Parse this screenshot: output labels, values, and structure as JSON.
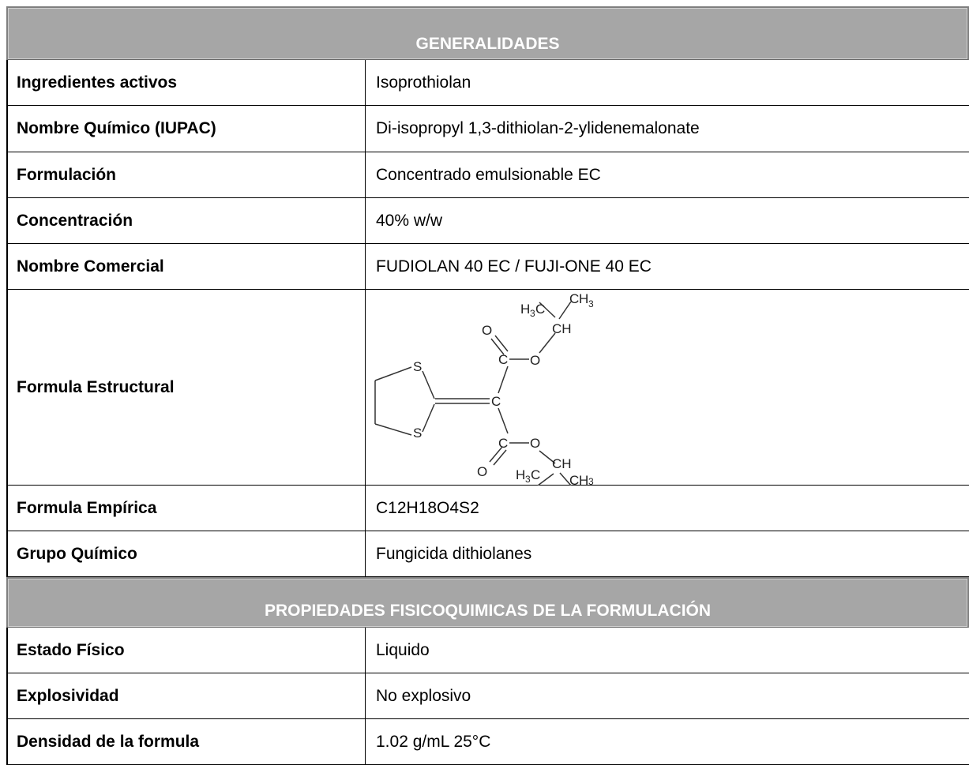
{
  "sections": [
    {
      "title": "GENERALIDADES",
      "rows": [
        {
          "label": "Ingredientes activos",
          "value": "Isoprothiolan"
        },
        {
          "label": "Nombre Químico (IUPAC)",
          "value": "Di-isopropyl 1,3-dithiolan-2-ylidenemalonate"
        },
        {
          "label": "Formulación",
          "value": "Concentrado emulsionable EC"
        },
        {
          "label": "Concentración",
          "value": "40% w/w"
        },
        {
          "label": "Nombre Comercial",
          "value": "FUDIOLAN 40 EC / FUJI-ONE 40 EC"
        },
        {
          "label": "Formula Estructural",
          "value": ""
        },
        {
          "label": "Formula Empírica",
          "value": "C12H18O4S2"
        },
        {
          "label": "Grupo Químico",
          "value": "Fungicida dithiolanes"
        }
      ]
    },
    {
      "title": "PROPIEDADES FISICOQUIMICAS DE LA FORMULACIÓN",
      "rows": [
        {
          "label": "Estado Físico",
          "value": "Liquido"
        },
        {
          "label": "Explosividad",
          "value": "No explosivo"
        },
        {
          "label": "Densidad de la formula",
          "value": "1.02 g/mL 25°C"
        }
      ]
    }
  ],
  "structure": {
    "atoms": {
      "s": "S",
      "c": "C",
      "o": "O",
      "ch": "CH",
      "h": "H",
      "sub3": "3"
    }
  }
}
